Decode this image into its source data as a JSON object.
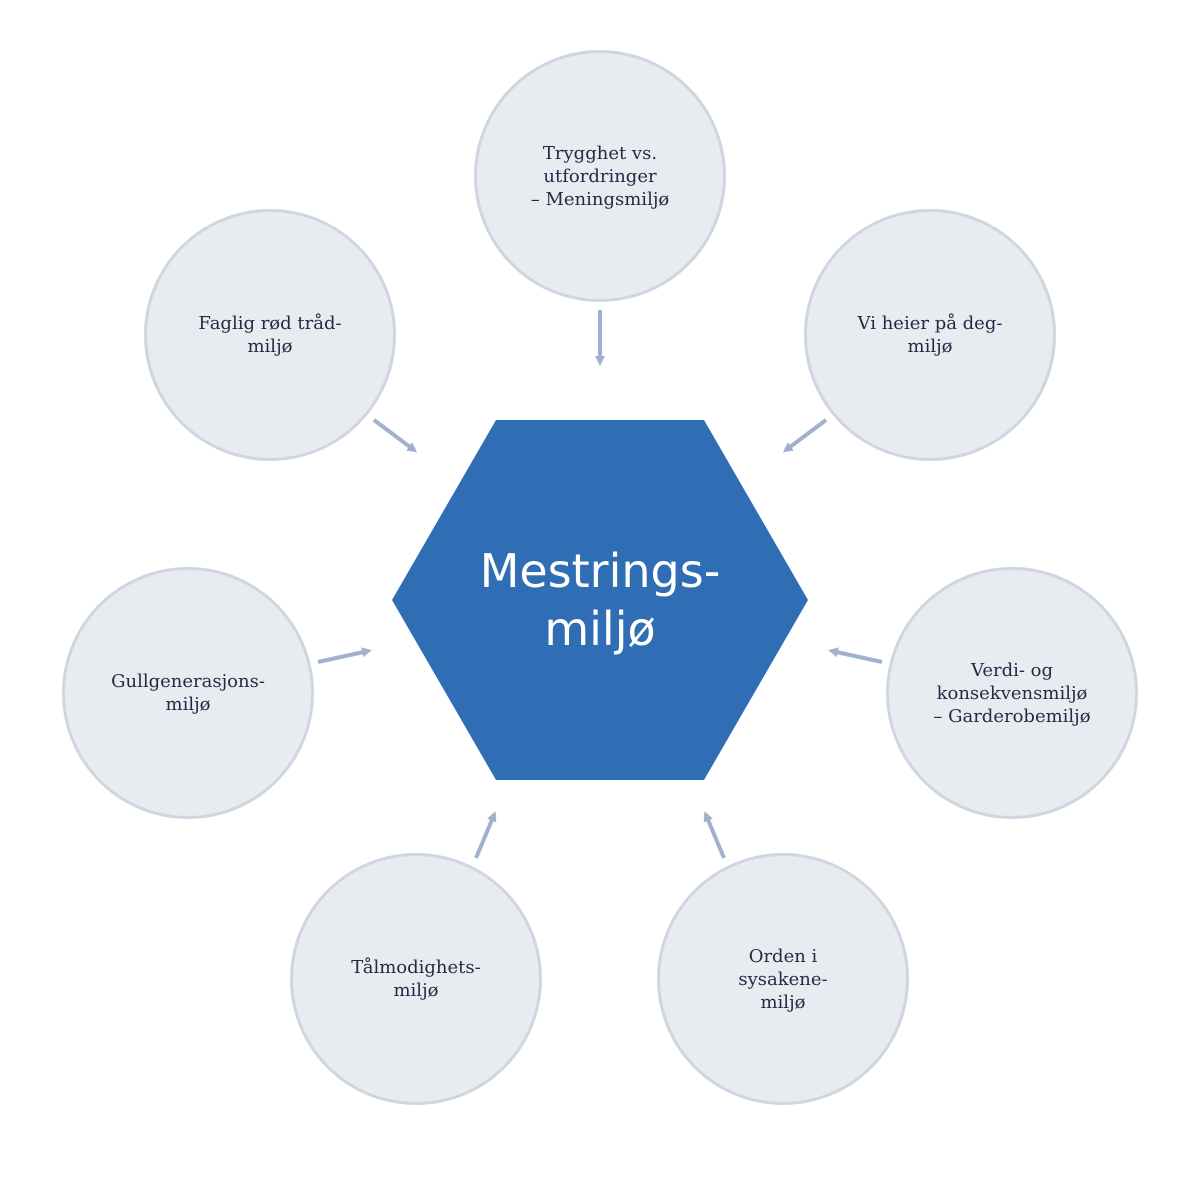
{
  "diagram": {
    "center": {
      "label": "Mestrings-\nmiljø",
      "color": "#2f6db5"
    },
    "nodes": [
      {
        "id": "top",
        "label": "Trygghet vs.\nutfordringer\n– Meningsmiljø"
      },
      {
        "id": "top-right",
        "label": "Vi heier på deg-\nmiljø"
      },
      {
        "id": "right",
        "label": "Verdi- og\nkonsekvensmiljø\n– Garderobemiljø"
      },
      {
        "id": "bottom-right",
        "label": "Orden i\nsysakene-\nmiljø"
      },
      {
        "id": "bottom-left",
        "label": "Tålmodighets-\nmiljø"
      },
      {
        "id": "left",
        "label": "Gullgenerasjons-\nmiljø"
      },
      {
        "id": "top-left",
        "label": "Faglig rød tråd-\nmiljø"
      }
    ],
    "colors": {
      "circle_fill": "#e8ebf0",
      "circle_border": "#d0d6e0",
      "arrow": "#9fb1cc",
      "text": "#1f2a44"
    }
  }
}
